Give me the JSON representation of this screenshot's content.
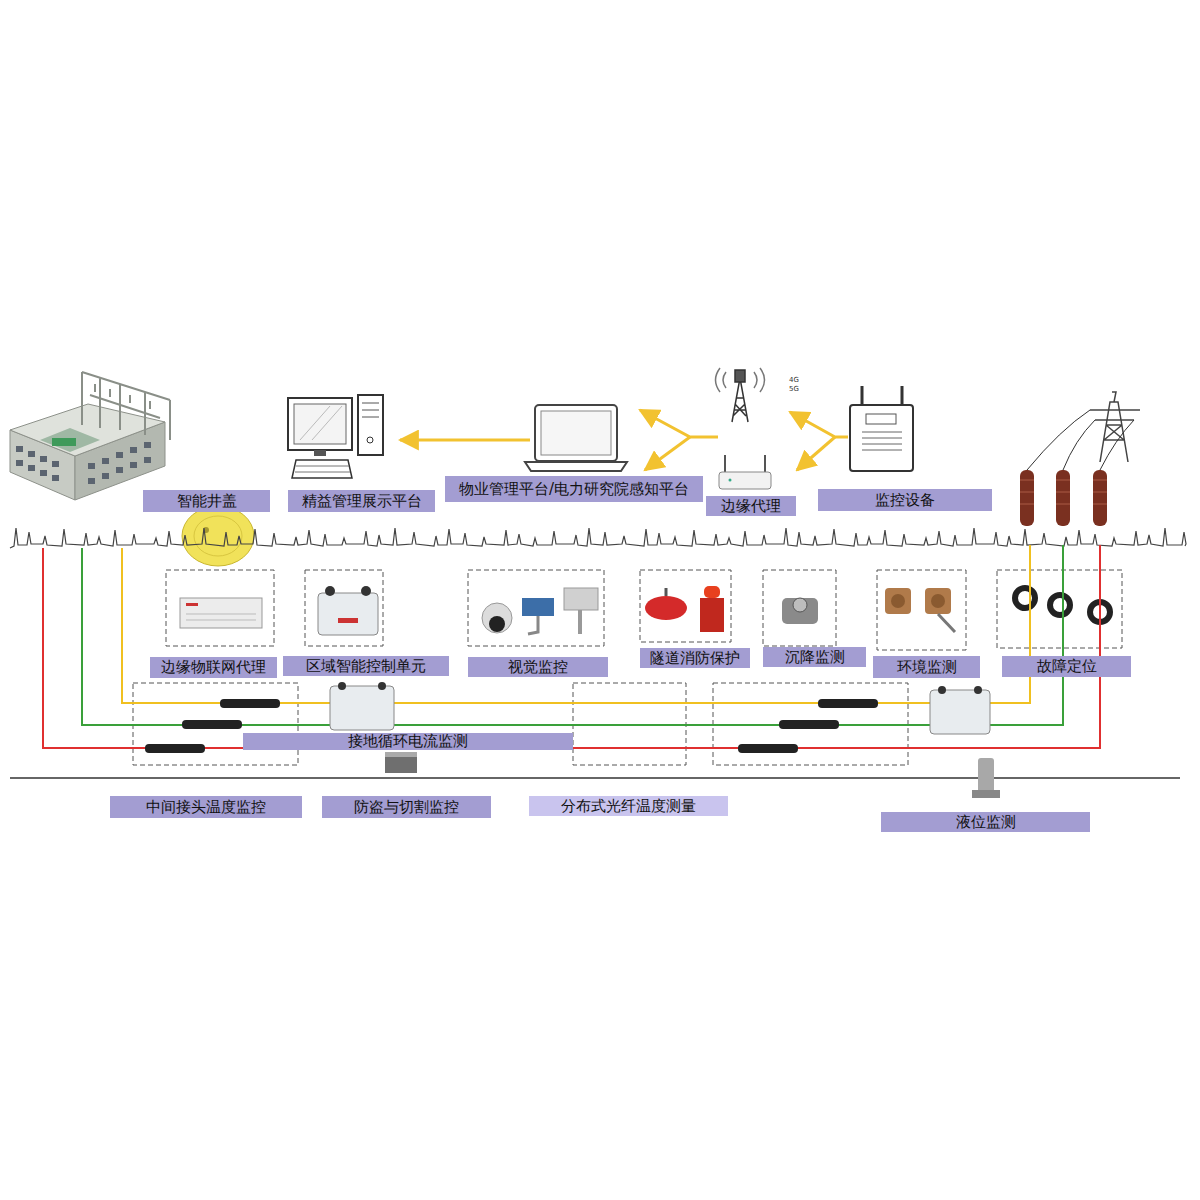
{
  "diagram": {
    "nodes": [
      {
        "text": [
          "智能井盖"
        ]
      },
      {
        "text": [
          "精益管理展示平台"
        ]
      },
      {
        "text": [
          "物业管理平台/电力研究院感知平台"
        ]
      },
      {
        "text": [
          "边缘代理"
        ]
      },
      {
        "text": [
          "监控设备"
        ]
      },
      {
        "text": [
          "边缘物联网代理"
        ]
      },
      {
        "text": [
          "区域智能控制单元"
        ]
      },
      {
        "text": [
          "视觉监控"
        ]
      },
      {
        "text": [
          "隧道消防保护"
        ]
      },
      {
        "text": [
          "沉降监测"
        ]
      },
      {
        "text": [
          "环境监测"
        ]
      },
      {
        "text": [
          "故障定位"
        ]
      },
      {
        "text": [
          "接地循环电流监测"
        ]
      },
      {
        "text": [
          "中间接头温度监控"
        ]
      },
      {
        "text": [
          "防盗与切割监控"
        ]
      },
      {
        "text": [
          "分布式光纤温度测量"
        ]
      },
      {
        "text": [
          "液位监测"
        ]
      }
    ],
    "edges": [
      {
        "from": 4,
        "to": 3,
        "arrow": "to"
      },
      {
        "from": 3,
        "to": 2,
        "arrow": "to"
      },
      {
        "from": 2,
        "to": 1,
        "arrow": "to"
      }
    ],
    "labels": [
      "4G",
      "5G"
    ]
  }
}
